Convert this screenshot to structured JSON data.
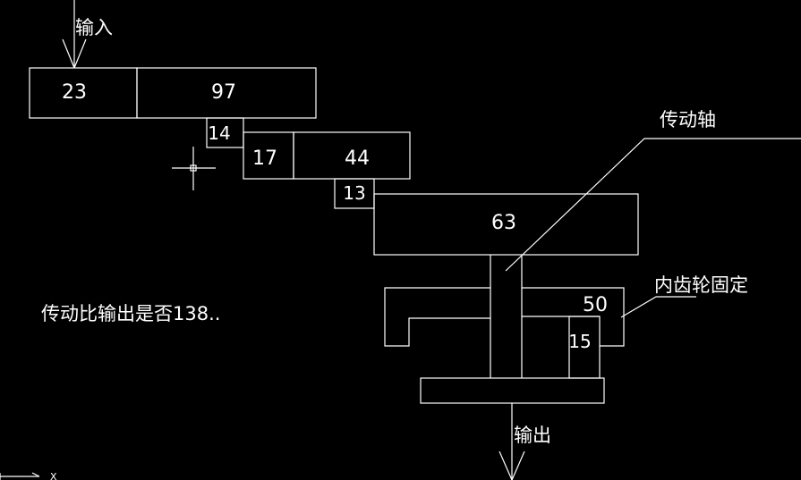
{
  "labels": {
    "input": "输入",
    "output": "输出",
    "shaft": "传动轴",
    "ring_fixed": "内齿轮固定",
    "question": "传动比输出是否138..",
    "axis_x": "X"
  },
  "gears": {
    "g23": "23",
    "g97": "97",
    "g14": "14",
    "g17": "17",
    "g44": "44",
    "g13": "13",
    "g63": "63",
    "g50": "50",
    "g15": "15"
  },
  "colors": {
    "background": "#000000",
    "lines": "#ffffff"
  }
}
